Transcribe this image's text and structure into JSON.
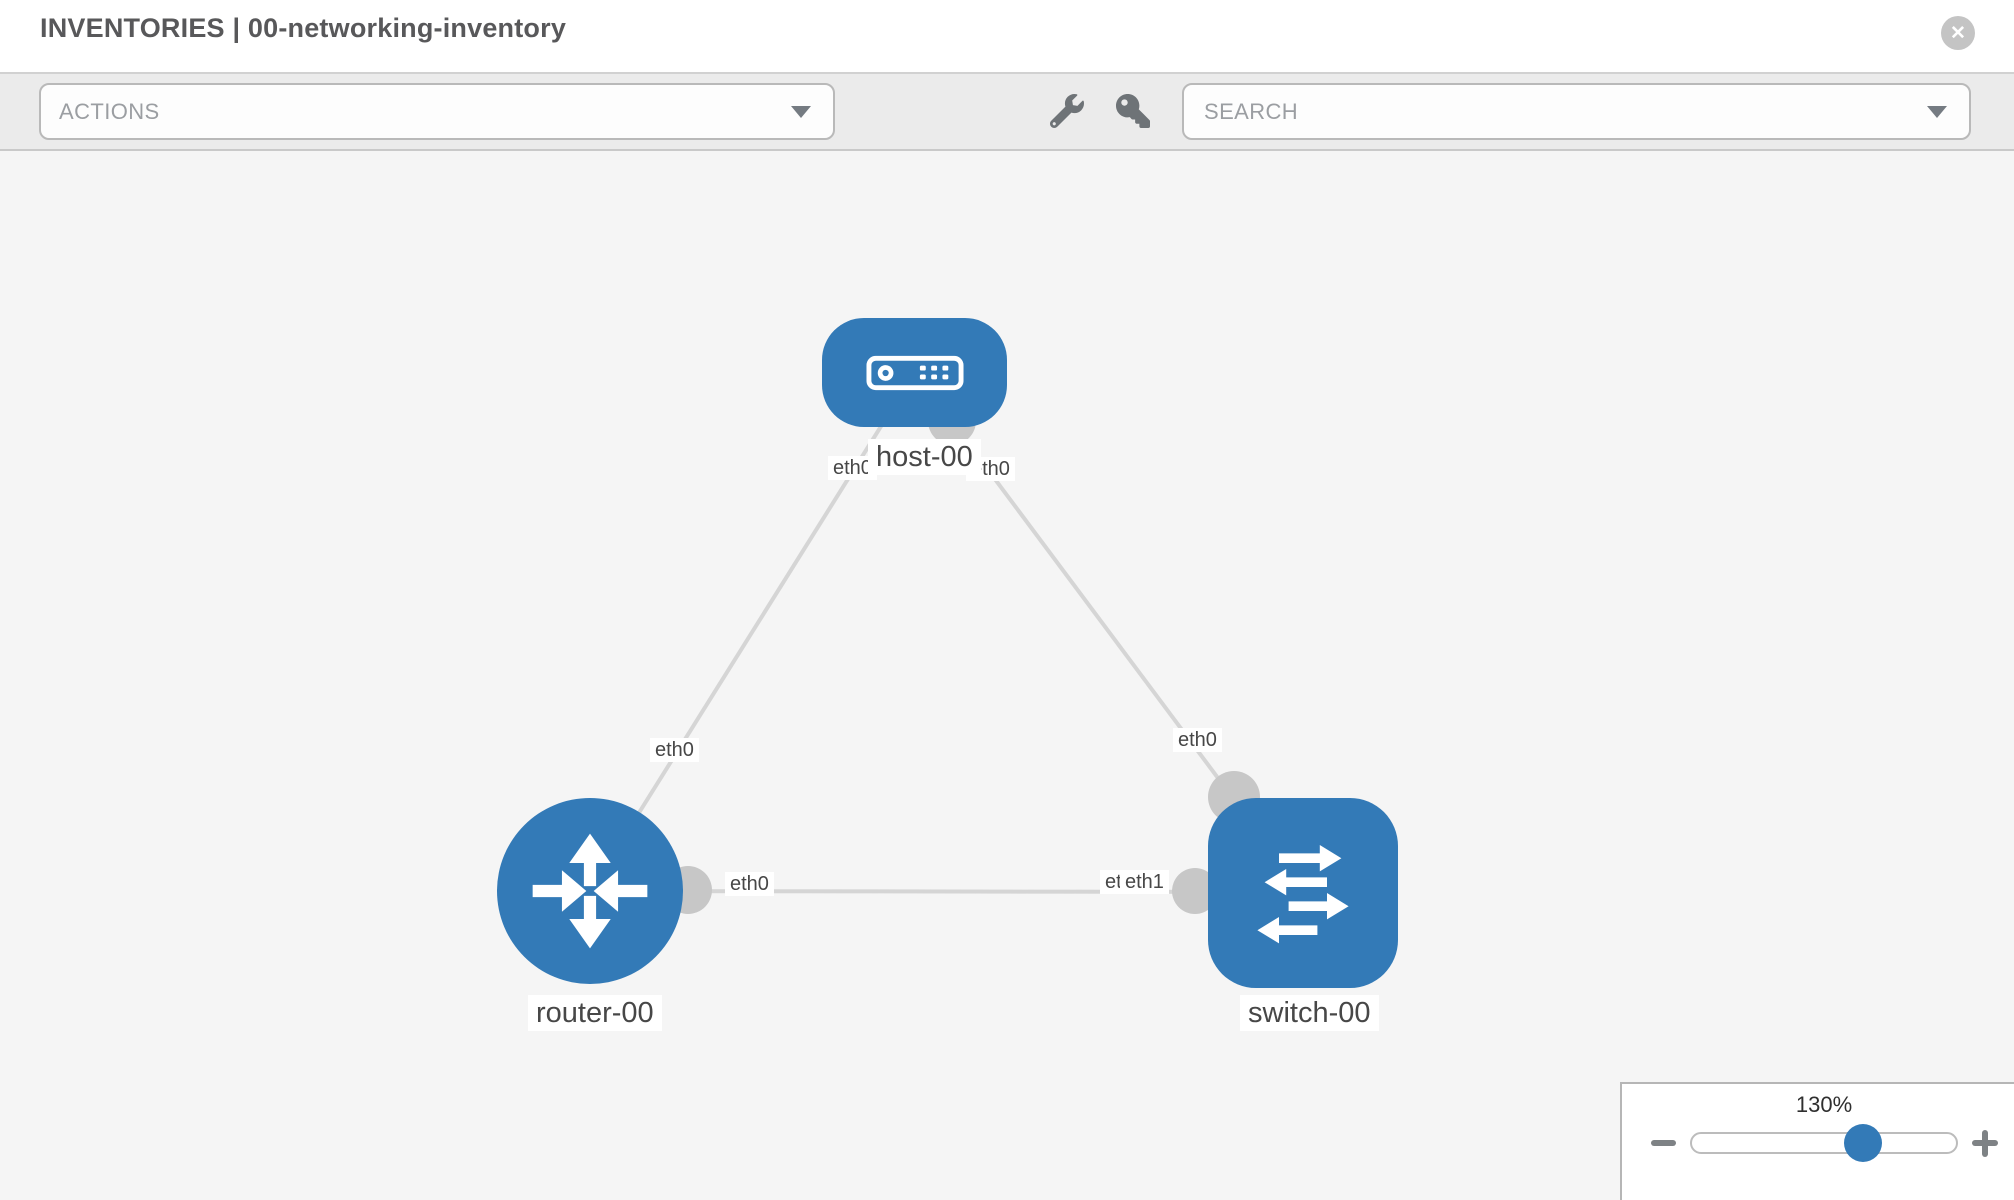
{
  "header": {
    "title": "INVENTORIES | 00-networking-inventory"
  },
  "toolbar": {
    "actions_placeholder": "ACTIONS",
    "search_placeholder": "SEARCH"
  },
  "topology": {
    "nodes": [
      {
        "id": "host-00",
        "type": "host",
        "label": "host-00"
      },
      {
        "id": "router-00",
        "type": "router",
        "label": "router-00"
      },
      {
        "id": "switch-00",
        "type": "switch",
        "label": "switch-00"
      }
    ],
    "links": [
      {
        "from": "host-00",
        "to": "router-00",
        "from_interface": "eth0",
        "to_interface": "eth0"
      },
      {
        "from": "host-00",
        "to": "switch-00",
        "from_interface": "eth0",
        "to_interface": "eth0"
      },
      {
        "from": "router-00",
        "to": "switch-00",
        "from_interface": "eth0",
        "to_interface": "eth1"
      }
    ],
    "interface_labels": {
      "host_router_at_host": "eth0",
      "host_switch_at_host": "eth0",
      "host_router_at_router": "eth0",
      "host_switch_at_switch": "eth0",
      "router_switch_at_router": "eth0",
      "router_switch_at_switch_under": "eth0",
      "router_switch_at_switch_over": "eth1"
    }
  },
  "zoom_control": {
    "level": "130%"
  },
  "icons": {
    "close_glyph": "✕",
    "close": "circle-x-icon",
    "wrench": "wrench-icon",
    "key": "key-icon",
    "carets": "caret-down-icon",
    "host": "host-server-icon",
    "router": "router-arrows-icon",
    "switch": "switch-arrows-icon",
    "zoom_out": "minus-icon",
    "zoom_in": "plus-icon"
  },
  "colors": {
    "node_blue": "#337ab7",
    "link_gray": "#d5d5d5",
    "port_gray": "#c7c7c7",
    "toolbar_bg": "#ebebeb",
    "canvas_bg": "#f5f5f5"
  }
}
